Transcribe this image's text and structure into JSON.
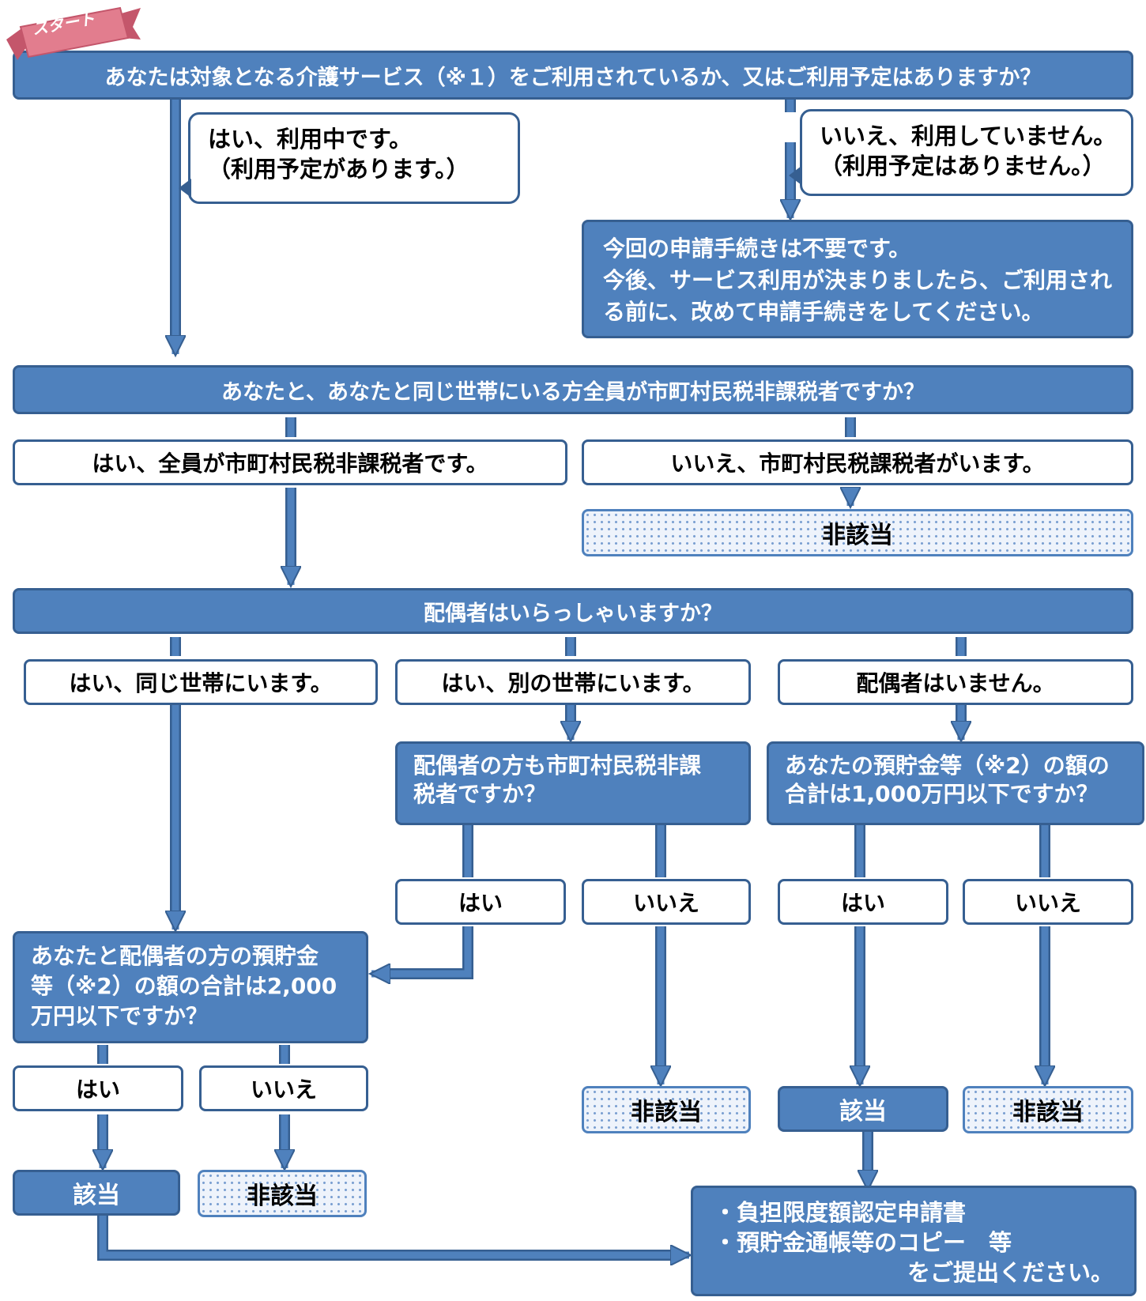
{
  "start_label": "スタート",
  "q1": {
    "text": "あなたは対象となる介護サービス（※１）をご利用されているか、又はご利用予定はありますか？",
    "yes_line1": "はい、利用中です。",
    "yes_line2": "（利用予定があります。）",
    "no_line1": "いいえ、利用していません。",
    "no_line2": "（利用予定はありません。）",
    "no_result_line1": "今回の申請手続きは不要です。",
    "no_result_line2": "今後、サービス利用が決まりましたら、ご利用され",
    "no_result_line3": "る前に、改めて申請手続きをしてください。"
  },
  "q2": {
    "text": "あなたと、あなたと同じ世帯にいる方全員が市町村民税非課税者ですか？",
    "yes": "はい、全員が市町村民税非課税者です。",
    "no": "いいえ、市町村民税課税者がいます。",
    "no_result": "非該当"
  },
  "q3": {
    "text": "配偶者はいらっしゃいますか？",
    "opt_same": "はい、同じ世帯にいます。",
    "opt_other": "はい、別の世帯にいます。",
    "opt_none": "配偶者はいません。"
  },
  "q_spouse_tax": {
    "line1": "配偶者の方も市町村民税非課",
    "line2": "税者ですか？",
    "yes": "はい",
    "no": "いいえ",
    "no_result": "非該当"
  },
  "q_savings_single": {
    "line1": "あなたの預貯金等（※2）の額の",
    "line2": "合計は1,000万円以下ですか？",
    "yes": "はい",
    "no": "いいえ",
    "yes_result": "該当",
    "no_result": "非該当"
  },
  "q_savings_couple": {
    "line1": "あなたと配偶者の方の預貯金",
    "line2": "等（※2）の額の合計は2,000",
    "line3": "万円以下ですか？",
    "yes": "はい",
    "no": "いいえ",
    "yes_result": "該当",
    "no_result": "非該当"
  },
  "submit": {
    "line1": "・負担限度額認定申請書",
    "line2": "・預貯金通帳等のコピー　等",
    "line3": "をご提出ください。"
  },
  "colors": {
    "box_fill": "#4f81bd",
    "box_border": "#365f91",
    "start_tag": "#e27d8e"
  }
}
